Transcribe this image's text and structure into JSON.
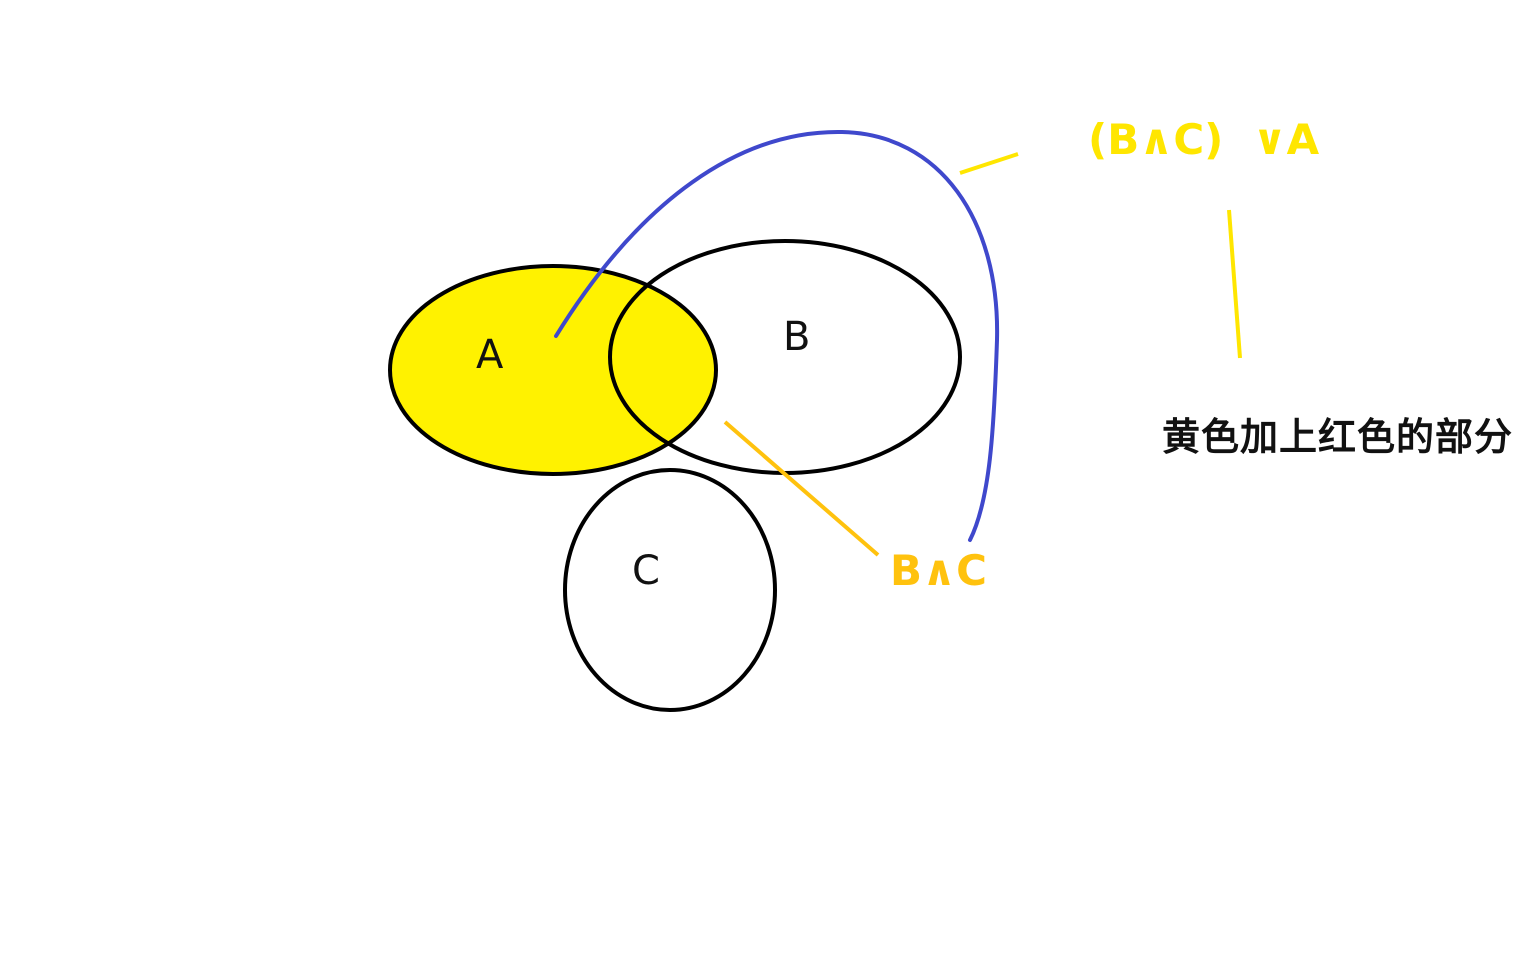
{
  "sets": {
    "a_label": "A",
    "b_label": "B",
    "c_label": "C"
  },
  "annotations": {
    "union_expression": "(B∧C)  ∨A",
    "intersection_expression": "B∧C",
    "note": "黄色加上红色的部分"
  },
  "colors": {
    "set_a_fill": "#fff200",
    "b_and_c_fill": "#ed1c24",
    "outline": "#000000",
    "union_expression_color": "#ffe600",
    "intersection_expression_color": "#ffc20e",
    "curve_color": "#3f48cc"
  }
}
